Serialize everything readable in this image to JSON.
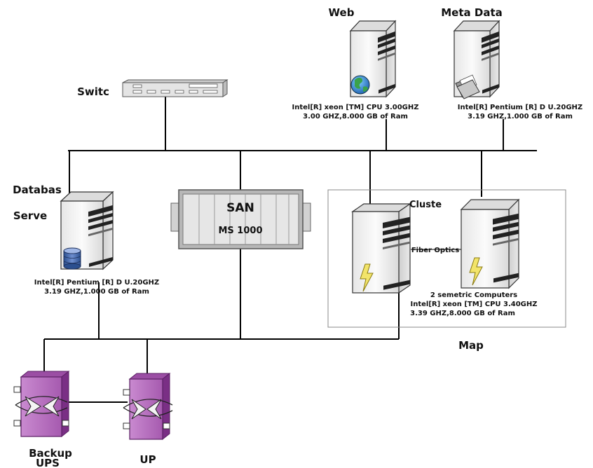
{
  "labels": {
    "web": "Web",
    "metadata": "Meta Data",
    "switch": "Switc",
    "database_line1": "Databas",
    "database_line2": "Serve",
    "san": "SAN",
    "san_model": "MS  1000",
    "cluster": "Cluste",
    "fiber": "Fiber Optics",
    "map": "Map",
    "backup_line1": "Backup",
    "backup_line2": "UPS",
    "ups": "UP"
  },
  "specs": {
    "web_line1": "Intel[R]  xeon  [TM] CPU   3.00GHZ",
    "web_line2": "3.00  GHZ,8.000 GB of Ram",
    "meta_line1": "Intel[R]   Pentium   [R] D  U.20GHZ",
    "meta_line2": "3.19  GHZ,1.000 GB of Ram",
    "db_line1": "Intel[R]   Pentium   [R] D  U.20GHZ",
    "db_line2": "3.19  GHZ,1.000 GB of Ram",
    "cluster_line1": "2 semetric  Computers",
    "cluster_line2": "Intel[R]  xeon  [TM] CPU   3.40GHZ",
    "cluster_line3": "3.39  GHZ,8.000 GB of Ram"
  },
  "colors": {
    "server_body": "#f2f2f2",
    "ups_purple": "#b86fc0",
    "ups_dark": "#7a2f85",
    "san_gray": "#a9a9a9",
    "lightning": "#f0e060"
  },
  "icons": [
    "globe-icon",
    "folder-icon",
    "database-icon",
    "lightning-icon",
    "ups-arrows-icon"
  ]
}
